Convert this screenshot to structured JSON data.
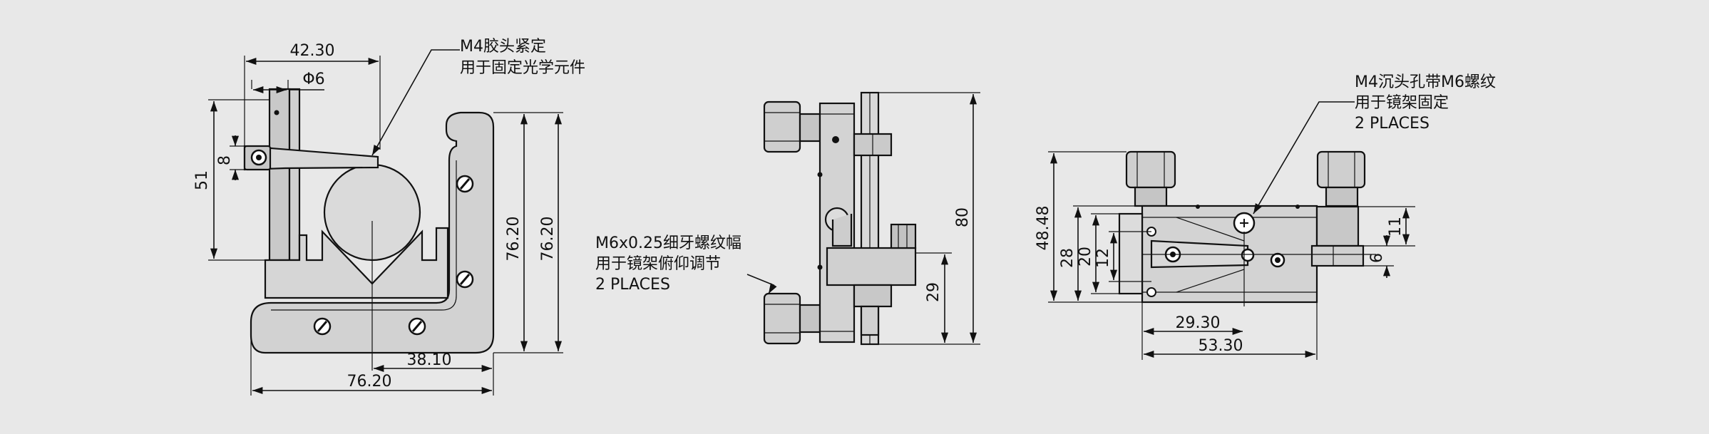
{
  "colors": {
    "background": "#e8e8e8",
    "line": "#111111",
    "metal": "#d4d4d4",
    "metal_dark": "#9a9a9a"
  },
  "front_view": {
    "dims": {
      "width_top": "42.30",
      "hole_dia": "Φ6",
      "clamp_h": "8",
      "height_51": "51",
      "height_a": "76.20",
      "height_b": "76.20",
      "offset": "38.10",
      "width_bottom": "76.20"
    },
    "note": {
      "line1": "M4胶头紧定",
      "line2": "用于固定光学元件"
    }
  },
  "side_view": {
    "dims": {
      "height_80": "80",
      "height_29": "29"
    },
    "note": {
      "line1": "M6x0.25细牙螺纹幅",
      "line2": "用于镜架俯仰调节",
      "line3": "2 PLACES"
    }
  },
  "top_view": {
    "dims": {
      "h_48": "48.48",
      "h_28": "28",
      "h_20": "20",
      "h_12": "12",
      "h_11": "11",
      "h_6": "6",
      "w_29": "29.30",
      "w_53": "53.30"
    },
    "note": {
      "line1": "M4沉头孔带M6螺纹",
      "line2": "用于镜架固定",
      "line3": "2 PLACES"
    }
  }
}
